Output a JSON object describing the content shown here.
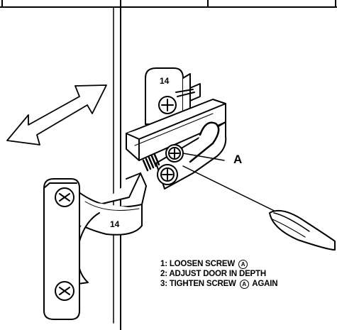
{
  "part_number_top": "14",
  "part_number_arm": "14",
  "callout_letter": "A",
  "instructions": {
    "step1": {
      "text": "1: LOOSEN SCREW",
      "marker": "A"
    },
    "step2": {
      "text": "2: ADJUST DOOR IN DEPTH"
    },
    "step3": {
      "before": "3: TIGHTEN SCREW",
      "marker": "A",
      "after": "AGAIN"
    }
  },
  "icons": {
    "adjust_arrow": "double-headed-arrow-icon",
    "tool": "screwdriver-icon"
  }
}
